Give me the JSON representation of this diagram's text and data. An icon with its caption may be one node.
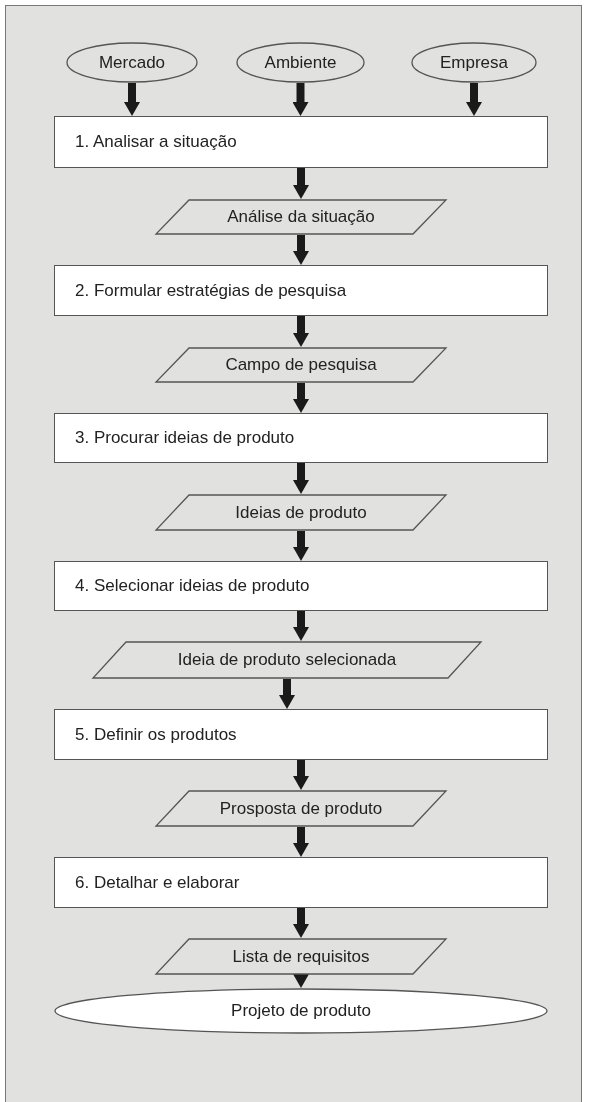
{
  "diagram": {
    "nodes": [
      {
        "text": [
          "Mercado"
        ]
      },
      {
        "text": [
          "Ambiente"
        ]
      },
      {
        "text": [
          "Empresa"
        ]
      },
      {
        "text": [
          "1. Analisar a situação"
        ]
      },
      {
        "text": [
          "Análise da situação"
        ]
      },
      {
        "text": [
          "2. Formular estratégias de pesquisa"
        ]
      },
      {
        "text": [
          "Campo de pesquisa"
        ]
      },
      {
        "text": [
          "3. Procurar ideias de produto"
        ]
      },
      {
        "text": [
          "Ideias de produto"
        ]
      },
      {
        "text": [
          "4. Selecionar ideias de produto"
        ]
      },
      {
        "text": [
          "Ideia de produto selecionada"
        ]
      },
      {
        "text": [
          "5. Definir os produtos"
        ]
      },
      {
        "text": [
          "Prosposta de produto"
        ]
      },
      {
        "text": [
          "6. Detalhar e elaborar"
        ]
      },
      {
        "text": [
          "Lista de requisitos"
        ]
      },
      {
        "text": [
          "Projeto de produto"
        ]
      }
    ],
    "edges": [
      {
        "from": 0,
        "to": 3,
        "arrow": "to"
      },
      {
        "from": 1,
        "to": 3,
        "arrow": "to"
      },
      {
        "from": 2,
        "to": 3,
        "arrow": "to"
      },
      {
        "from": 3,
        "to": 4,
        "arrow": "to"
      },
      {
        "from": 4,
        "to": 5,
        "arrow": "to"
      },
      {
        "from": 5,
        "to": 6,
        "arrow": "to"
      },
      {
        "from": 6,
        "to": 7,
        "arrow": "to"
      },
      {
        "from": 7,
        "to": 8,
        "arrow": "to"
      },
      {
        "from": 8,
        "to": 9,
        "arrow": "to"
      },
      {
        "from": 9,
        "to": 10,
        "arrow": "to"
      },
      {
        "from": 10,
        "to": 11,
        "arrow": "to"
      },
      {
        "from": 11,
        "to": 12,
        "arrow": "to"
      },
      {
        "from": 12,
        "to": 13,
        "arrow": "to"
      },
      {
        "from": 13,
        "to": 14,
        "arrow": "to"
      },
      {
        "from": 14,
        "to": 15,
        "arrow": "to"
      }
    ]
  }
}
